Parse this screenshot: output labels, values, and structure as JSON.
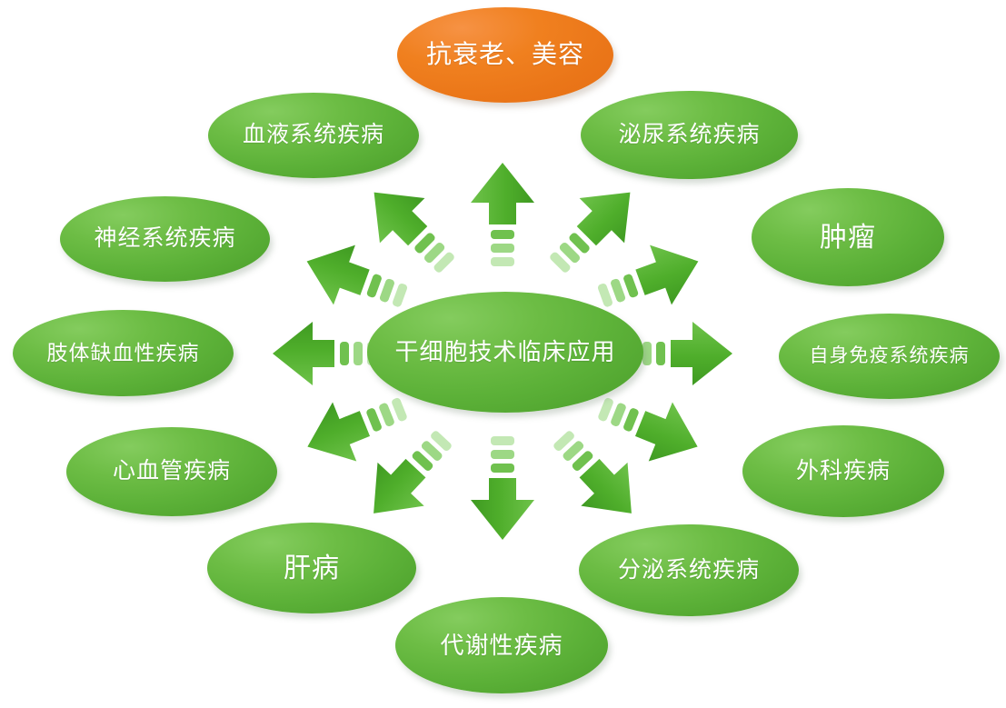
{
  "diagram": {
    "title_center": "干细胞技术临床应用",
    "type": "radial-hub-and-spoke",
    "colors": {
      "green_light": "#84cc5e",
      "green_mid": "#5cb138",
      "green_dark": "#459a27",
      "orange_light": "#f69244",
      "orange_dark": "#e26e12",
      "arrow_green": "#4cb02c",
      "background": "#ffffff",
      "text": "#ffffff"
    },
    "center": {
      "label": "干细胞技术临床应用",
      "color": "green"
    },
    "nodes": [
      {
        "id": "anti-aging-beauty",
        "label": "抗衰老、美容",
        "color": "orange",
        "angle_deg": 90,
        "position": "top"
      },
      {
        "id": "urinary-system-disease",
        "label": "泌尿系统疾病",
        "color": "green",
        "angle_deg": 60,
        "position": "top-right"
      },
      {
        "id": "tumor",
        "label": "肿瘤",
        "color": "green",
        "angle_deg": 30,
        "position": "right-upper"
      },
      {
        "id": "autoimmune-system-disease",
        "label": "自身免疫系统疾病",
        "color": "green",
        "angle_deg": 0,
        "position": "right"
      },
      {
        "id": "surgical-disease",
        "label": "外科疾病",
        "color": "green",
        "angle_deg": -30,
        "position": "right-lower"
      },
      {
        "id": "secretory-system-disease",
        "label": "分泌系统疾病",
        "color": "green",
        "angle_deg": -60,
        "position": "bottom-right"
      },
      {
        "id": "metabolic-disease",
        "label": "代谢性疾病",
        "color": "green",
        "angle_deg": -90,
        "position": "bottom"
      },
      {
        "id": "liver-disease",
        "label": "肝病",
        "color": "green",
        "angle_deg": -120,
        "position": "bottom-left"
      },
      {
        "id": "cardiovascular-disease",
        "label": "心血管疾病",
        "color": "green",
        "angle_deg": -150,
        "position": "left-lower"
      },
      {
        "id": "limb-ischemic-disease",
        "label": "肢体缺血性疾病",
        "color": "green",
        "angle_deg": 180,
        "position": "left"
      },
      {
        "id": "nervous-system-disease",
        "label": "神经系统疾病",
        "color": "green",
        "angle_deg": 150,
        "position": "left-upper"
      },
      {
        "id": "blood-system-disease",
        "label": "血液系统疾病",
        "color": "green",
        "angle_deg": 120,
        "position": "top-left"
      }
    ],
    "arrows": {
      "count": 12,
      "style": "motion-arrow-with-speed-lines",
      "direction": "outward-from-center"
    }
  }
}
